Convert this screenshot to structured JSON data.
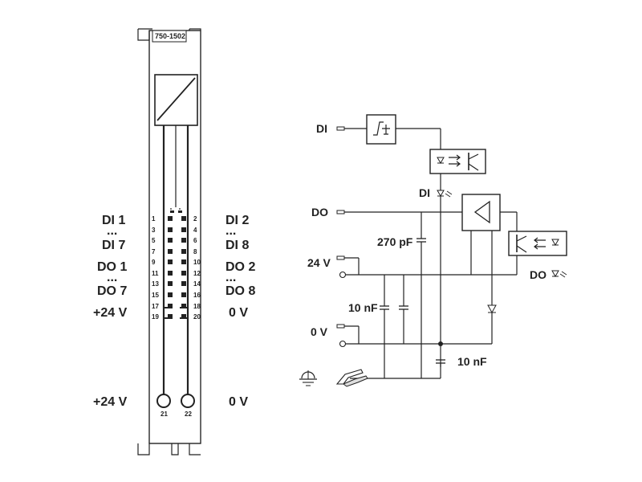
{
  "module": {
    "part_number": "750-1502",
    "labels_left": [
      "DI 1",
      "...",
      "DI 7",
      "DO 1",
      "...",
      "DO 7",
      "+24 V",
      "+24 V"
    ],
    "labels_right": [
      "DI 2",
      "...",
      "DI 8",
      "DO 2",
      "...",
      "DO 8",
      "0 V",
      "0 V"
    ],
    "pins_left": [
      "1",
      "3",
      "5",
      "7",
      "9",
      "11",
      "13",
      "15",
      "17",
      "19"
    ],
    "pins_right": [
      "2",
      "4",
      "6",
      "8",
      "10",
      "12",
      "14",
      "16",
      "18",
      "20"
    ],
    "terminal_left": "21",
    "terminal_right": "22"
  },
  "schematic": {
    "di": "DI",
    "do": "DO",
    "v24": "24 V",
    "v0": "0 V",
    "di_led": "DI",
    "do_led": "DO",
    "cap_270": "270 pF",
    "cap_10a": "10 nF",
    "cap_10b": "10 nF"
  }
}
